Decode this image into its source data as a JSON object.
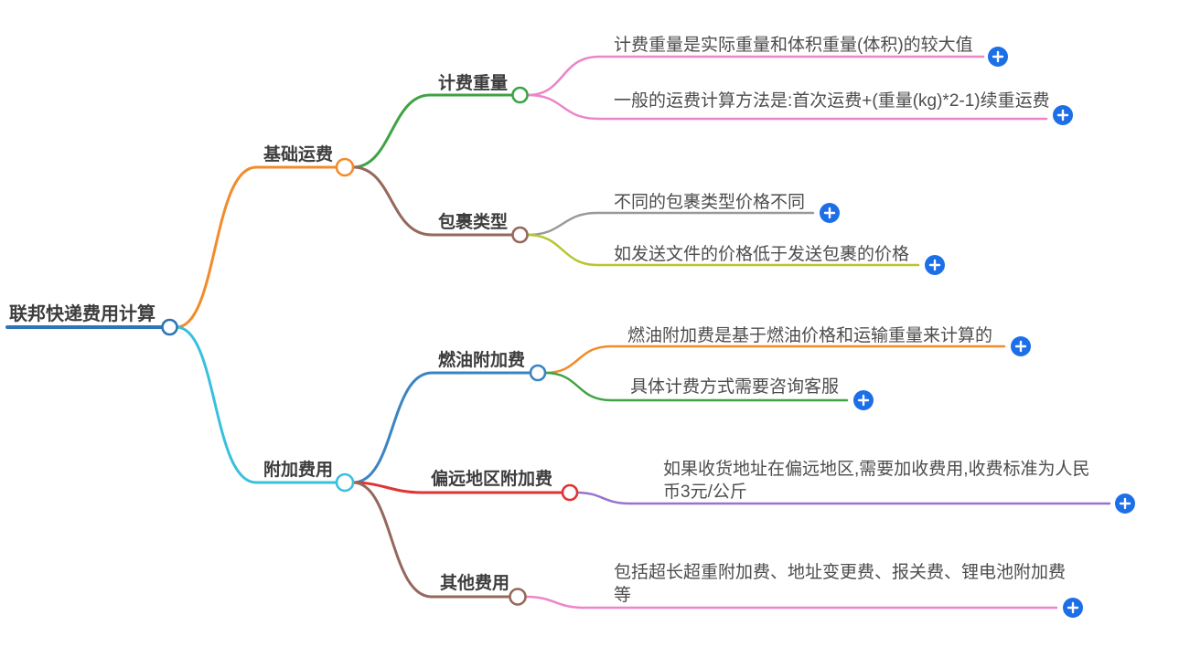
{
  "mindmap": {
    "root": {
      "label": "联邦快递费用计算",
      "color": "#2e75b6"
    },
    "branches": [
      {
        "label": "基础运费",
        "color": "#f28b2b",
        "children": [
          {
            "label": "计费重量",
            "color": "#3fa344",
            "leaves": [
              {
                "text": "计费重量是实际重量和体积重量(体积)的较大值",
                "color": "#ec85c9"
              },
              {
                "text": "一般的运费计算方法是:首次运费+(重量(kg)*2-1)续重运费",
                "color": "#ec85c9"
              }
            ]
          },
          {
            "label": "包裹类型",
            "color": "#95685c",
            "leaves": [
              {
                "text": "不同的包裹类型价格不同",
                "color": "#999999"
              },
              {
                "text": "如发送文件的价格低于发送包裹的价格",
                "color": "#b8c62f"
              }
            ]
          }
        ]
      },
      {
        "label": "附加费用",
        "color": "#38c0dd",
        "children": [
          {
            "label": "燃油附加费",
            "color": "#3b84c4",
            "leaves": [
              {
                "text": "燃油附加费是基于燃油价格和运输重量来计算的",
                "color": "#f28b2b"
              },
              {
                "text": "具体计费方式需要咨询客服",
                "color": "#3fa344"
              }
            ]
          },
          {
            "label": "偏远地区附加费",
            "color": "#df3434",
            "leaves": [
              {
                "text": "如果收货地址在偏远地区,需要加收费用,收费标准为人民币3元/公斤",
                "color": "#9673cc"
              }
            ]
          },
          {
            "label": "其他费用",
            "color": "#95685c",
            "leaves": [
              {
                "text": "包括超长超重附加费、地址变更费、报关费、锂电池附加费等",
                "color": "#ec85c9"
              }
            ]
          }
        ]
      }
    ],
    "plus_button": {
      "glyph": "+",
      "color": "#1d6fe8"
    }
  }
}
